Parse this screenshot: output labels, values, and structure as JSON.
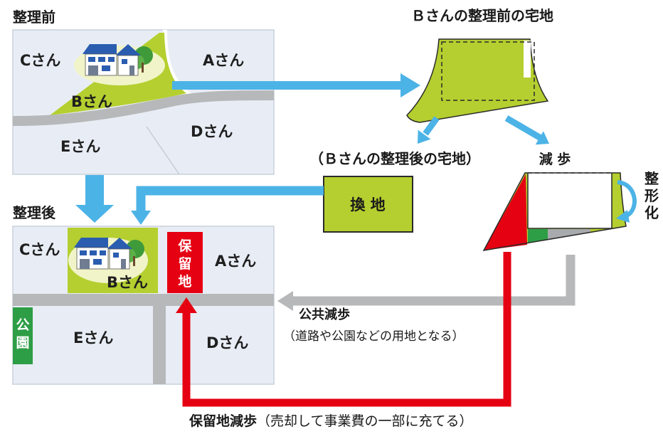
{
  "before": {
    "title": "整理前",
    "lot_c": "Cさん",
    "lot_a": "Aさん",
    "lot_b": "Bさん",
    "lot_e": "Eさん",
    "lot_d": "Dさん"
  },
  "b_plot_before": {
    "title": "Ｂさんの整理前の宅地"
  },
  "b_plot_after": {
    "label": "（Ｂさんの整理後の宅地）"
  },
  "replotting": {
    "label": "換 地"
  },
  "reduction": {
    "label": "減 歩",
    "reshaping": [
      "整",
      "形",
      "化"
    ]
  },
  "after": {
    "title": "整理後",
    "lot_c": "Cさん",
    "lot_b": "Bさん",
    "lot_a": "Aさん",
    "lot_e": "Eさん",
    "lot_d": "Dさん",
    "reserve_land": [
      "保",
      "留",
      "地"
    ],
    "park": [
      "公",
      "園"
    ]
  },
  "public_reduction": {
    "title": "公共減歩",
    "note": "（道路や公園などの用地となる）"
  },
  "reserve_reduction": {
    "title": "保留地減歩",
    "note": "（売却して事業費の一部に充てる）"
  },
  "colors": {
    "lot_fill": "#e8edf5",
    "plot_green": "#b4cf2f",
    "arrow_blue": "#4cb3e7",
    "road_gray": "#b7b8ba",
    "reserve_red": "#e50012",
    "park_green": "#2e9e46",
    "roof_blue": "#2a5db0"
  }
}
